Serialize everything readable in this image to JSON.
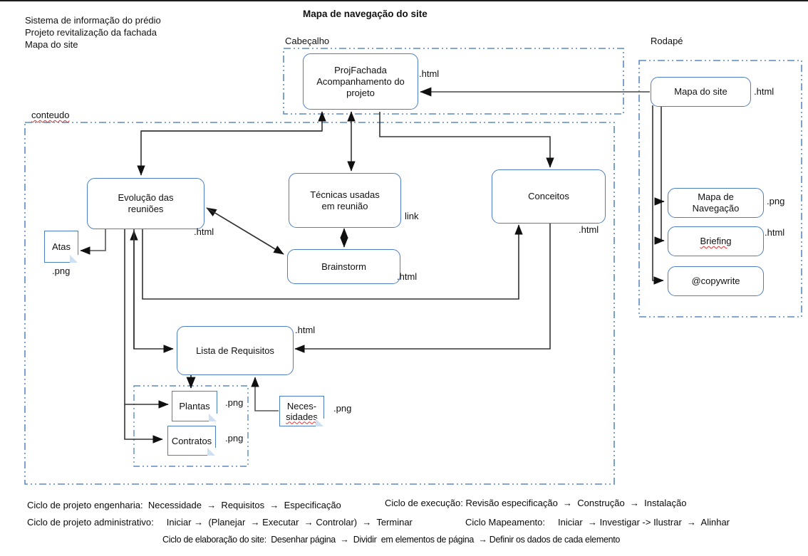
{
  "header": {
    "corner_lines": "Sistema de informação do prédio\nProjeto revitalização da fachada\nMapa do site",
    "title": "Mapa de navegação do site"
  },
  "containers": {
    "cabecalho": "Cabeçalho",
    "conteudo": "conteudo",
    "rodape": "Rodapé"
  },
  "nodes": {
    "projfachada": {
      "label": "ProjFachada\nAcompanhamento do\nprojeto",
      "ext": ".html"
    },
    "mapa_do_site": {
      "label": "Mapa do site",
      "ext": ".html"
    },
    "mapa_navegacao": {
      "label": "Mapa de\nNavegação",
      "ext": ".png"
    },
    "briefing": {
      "label": "Briefing",
      "ext": ".html"
    },
    "copywrite": {
      "label": "@copywrite"
    },
    "evolucao": {
      "label": "Evolução das\nreuniões",
      "ext": ".html"
    },
    "tecnicas": {
      "label": "Técnicas usadas\nem reunião",
      "ext": "link"
    },
    "brainstorm": {
      "label": "Brainstorm",
      "ext": ".html"
    },
    "conceitos": {
      "label": "Conceitos",
      "ext": ".html"
    },
    "atas": {
      "label": "Atas",
      "ext": ".png"
    },
    "lista_requisitos": {
      "label": "Lista de Requisitos",
      "ext": ".html"
    },
    "plantas": {
      "label": "Plantas",
      "ext": ".png"
    },
    "contratos": {
      "label": "Contratos",
      "ext": ".png"
    },
    "necessidades": {
      "line1": "Neces-",
      "line2": "sidades",
      "ext": ".png"
    }
  },
  "footer": {
    "row1_left": "Ciclo de projeto engenharia:  Necessidade  →  Requisitos  →  Especificação",
    "row1_right": "Ciclo de execução: Revisão especificação  →  Construção  →  Instalação",
    "row2_left": "Ciclo de projeto administrativo:     Iniciar →  (Planejar  → Executar  → Controlar)  →  Terminar",
    "row2_right": "Ciclo Mapeamento:     Iniciar  → Investigar -> Ilustrar  →  Alinhar",
    "row3": "Ciclo de elaboração do site:  Desenhar página  →  Dividir  em elementos de página  → Definir os dados de cada elemento"
  },
  "colors": {
    "box_border": "#4d7ebf",
    "container_border": "#5b8ac2",
    "connector": "#333333",
    "squiggle": "#e23030"
  }
}
